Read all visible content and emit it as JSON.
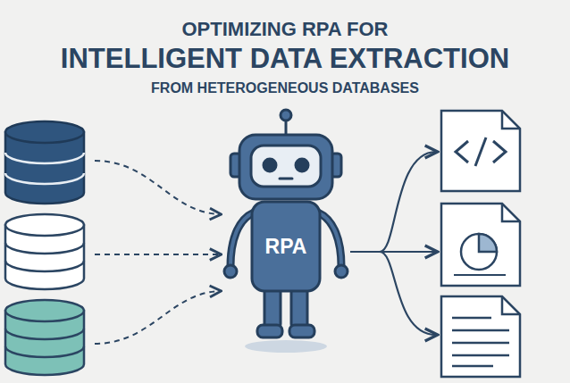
{
  "diagram": {
    "title": "OPTIMIZING RPA FOR",
    "nodes": [
      {
        "text": [
          "RPA"
        ]
      }
    ],
    "labels": [
      "INTELLIGENT DATA EXTRACTION",
      "FROM HETEROGENEOUS DATABASES"
    ]
  }
}
